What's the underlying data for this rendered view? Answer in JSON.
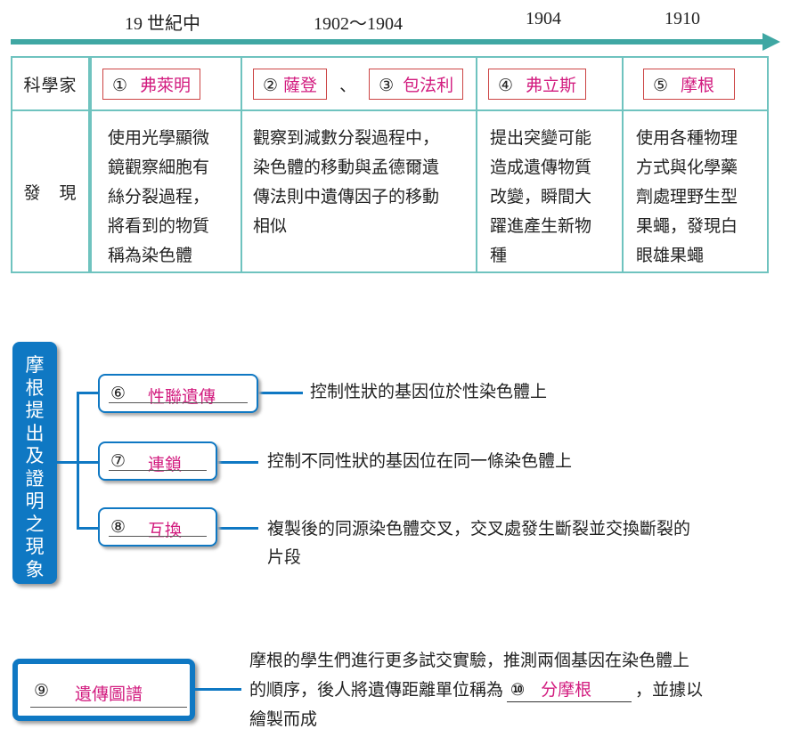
{
  "timeline": {
    "years": [
      "19 世紀中",
      "1902～1904",
      "1904",
      "1910"
    ]
  },
  "table": {
    "row1_label": "科學家",
    "row2_label": "發　現",
    "scientists": [
      {
        "num": "①",
        "name": "弗萊明"
      },
      {
        "num": "②",
        "name": "薩登"
      },
      {
        "num": "③",
        "name": "包法利"
      },
      {
        "num": "④",
        "name": "弗立斯"
      },
      {
        "num": "⑤",
        "name": "摩根"
      }
    ],
    "separator": "、",
    "discoveries": [
      [
        "使用光學顯微",
        "鏡觀察細胞有",
        "絲分裂過程，",
        "將看到的物質",
        "稱為染色體"
      ],
      [
        "觀察到減數分裂過程中，",
        "染色體的移動與孟德爾遺",
        "傳法則中遺傳因子的移動",
        "相似"
      ],
      [
        "提出突變可能",
        "造成遺傳物質",
        "改變，瞬間大",
        "躍進產生新物",
        "種"
      ],
      [
        "使用各種物理",
        "方式與化學藥",
        "劑處理野生型",
        "果蠅，發現白",
        "眼雄果蠅"
      ]
    ]
  },
  "morgan": {
    "sidebar_chars": [
      "摩",
      "根",
      "提",
      "出",
      "及",
      "證",
      "明",
      "之",
      "現",
      "象"
    ],
    "items": [
      {
        "num": "⑥",
        "name": "性聯遺傳",
        "text": [
          "控制性狀的基因位於性染色體上"
        ]
      },
      {
        "num": "⑦",
        "name": "連鎖",
        "text": [
          "控制不同性狀的基因位在同一條染色體上"
        ]
      },
      {
        "num": "⑧",
        "name": "互換",
        "text": [
          "複製後的同源染色體交叉，交叉處發生斷裂並交換斷裂的",
          "片段"
        ]
      }
    ]
  },
  "bottom": {
    "num": "⑨",
    "name": "遺傳圖譜",
    "line1": "摩根的學生們進行更多試交實驗，推測兩個基因在染色體上",
    "line2_pre": "的順序，後人將遺傳距離單位稱為",
    "blank_num": "⑩",
    "blank_text": "分摩根",
    "line2_post": "，並據以",
    "line3": "繪製而成"
  },
  "colors": {
    "teal": "#3fa7a3",
    "blue": "#0f78c3",
    "magenta": "#d21c7f"
  }
}
